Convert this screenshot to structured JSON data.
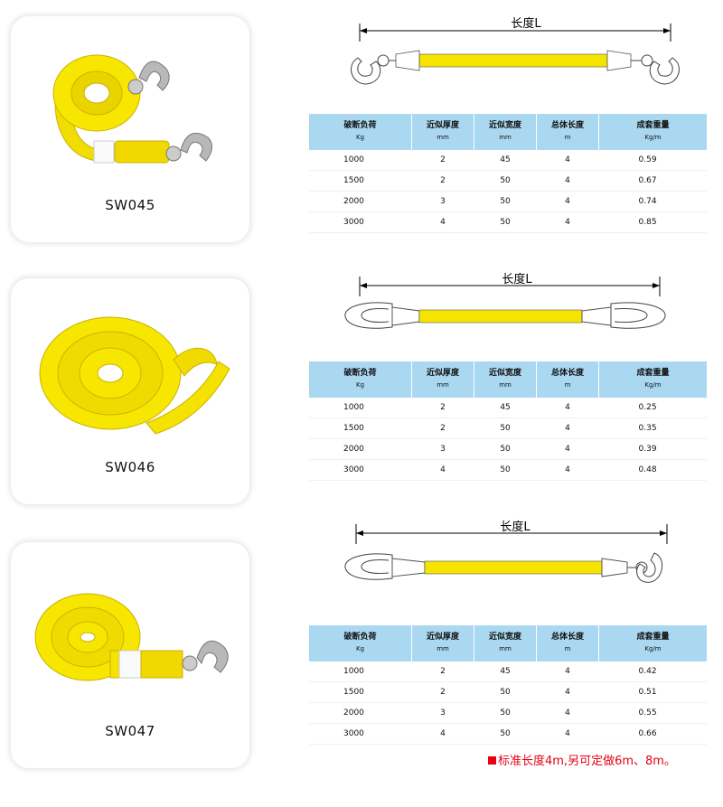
{
  "colors": {
    "header_bg": "#a9d8f0",
    "strap": "#f5e400",
    "note": "#e60012"
  },
  "diagram_label": "长度L",
  "headers": [
    {
      "name": "破断负荷",
      "unit": "Kg"
    },
    {
      "name": "近似厚度",
      "unit": "mm"
    },
    {
      "name": "近似宽度",
      "unit": "mm"
    },
    {
      "name": "总体长度",
      "unit": "m"
    },
    {
      "name": "成套重量",
      "unit": "Kg/m"
    }
  ],
  "products": [
    {
      "code": "SW045",
      "ends": "hook-hook",
      "rows": [
        [
          "1000",
          "2",
          "45",
          "4",
          "0.59"
        ],
        [
          "1500",
          "2",
          "50",
          "4",
          "0.67"
        ],
        [
          "2000",
          "3",
          "50",
          "4",
          "0.74"
        ],
        [
          "3000",
          "4",
          "50",
          "4",
          "0.85"
        ]
      ]
    },
    {
      "code": "SW046",
      "ends": "loop-loop",
      "rows": [
        [
          "1000",
          "2",
          "45",
          "4",
          "0.25"
        ],
        [
          "1500",
          "2",
          "50",
          "4",
          "0.35"
        ],
        [
          "2000",
          "3",
          "50",
          "4",
          "0.39"
        ],
        [
          "3000",
          "4",
          "50",
          "4",
          "0.48"
        ]
      ]
    },
    {
      "code": "SW047",
      "ends": "loop-hook",
      "rows": [
        [
          "1000",
          "2",
          "45",
          "4",
          "0.42"
        ],
        [
          "1500",
          "2",
          "50",
          "4",
          "0.51"
        ],
        [
          "2000",
          "3",
          "50",
          "4",
          "0.55"
        ],
        [
          "3000",
          "4",
          "50",
          "4",
          "0.66"
        ]
      ]
    }
  ],
  "note": "标准长度4m,另可定做6m、8m。"
}
